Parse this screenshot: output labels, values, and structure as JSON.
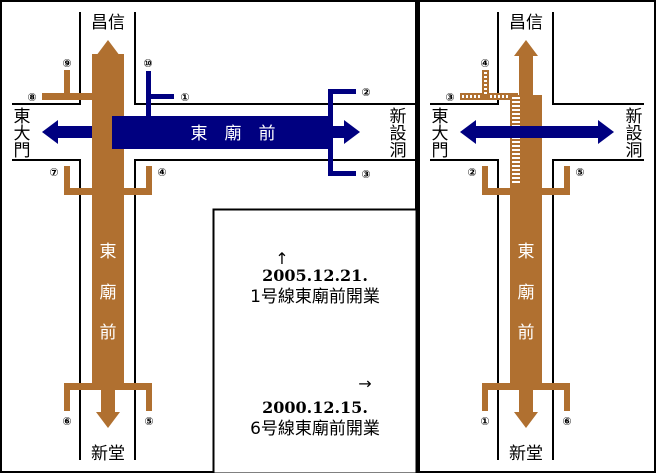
{
  "colors": {
    "line1": "#000080",
    "line6": "#B07030",
    "background": "#FFFFFF",
    "border": "#000000"
  },
  "left_map": {
    "north": "昌信",
    "south": "新堂",
    "west": [
      "東",
      "大",
      "門"
    ],
    "east": [
      "新",
      "設",
      "洞"
    ],
    "line1_label": "東　廟　前",
    "line6_label": [
      "東",
      "廟",
      "前"
    ],
    "exits": {
      "e1": "①",
      "e2": "②",
      "e3": "③",
      "e4": "④",
      "e5": "⑤",
      "e6": "⑥",
      "e7": "⑦",
      "e8": "⑧",
      "e9": "⑨",
      "e10": "⑩"
    }
  },
  "right_map": {
    "north": "昌信",
    "south": "新堂",
    "west": [
      "東",
      "大",
      "門"
    ],
    "east": [
      "新",
      "設",
      "洞"
    ],
    "line6_label": [
      "東",
      "廟",
      "前"
    ],
    "exits": {
      "e1": "①",
      "e2": "②",
      "e3": "③",
      "e4": "④",
      "e5": "⑤",
      "e6": "⑥"
    }
  },
  "legend": {
    "item1": {
      "arrow": "↑",
      "date": "2005.12.21.",
      "text": "1号線東廟前開業"
    },
    "item2": {
      "arrow": "→",
      "date": "2000.12.15.",
      "text": "6号線東廟前開業"
    }
  }
}
